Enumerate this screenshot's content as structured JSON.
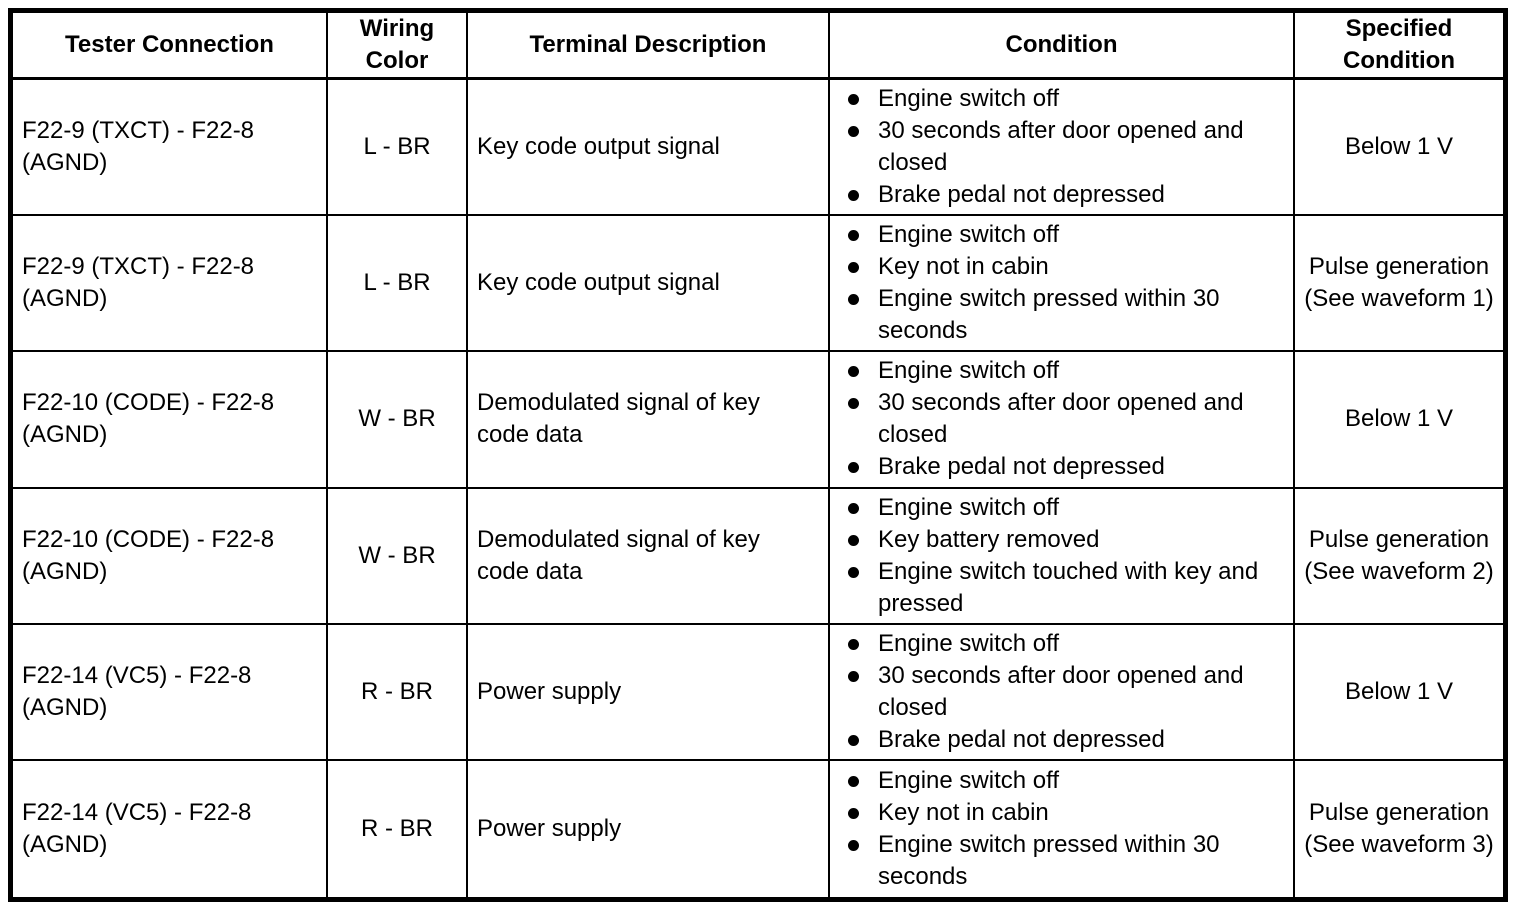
{
  "colors": {
    "background": "#ffffff",
    "border": "#000000",
    "text": "#000000"
  },
  "table": {
    "columns": [
      "Tester Connection",
      "Wiring Color",
      "Terminal Description",
      "Condition",
      "Specified Condition"
    ],
    "rows": [
      {
        "tester_connection": "F22-9 (TXCT) - F22-8 (AGND)",
        "wiring_color": "L - BR",
        "terminal_description": "Key code output signal",
        "conditions": [
          "Engine switch off",
          "30 seconds after door opened and closed",
          "Brake pedal not depressed"
        ],
        "specified_condition": "Below 1 V"
      },
      {
        "tester_connection": "F22-9 (TXCT) - F22-8 (AGND)",
        "wiring_color": "L - BR",
        "terminal_description": "Key code output signal",
        "conditions": [
          "Engine switch off",
          "Key not in cabin",
          "Engine switch pressed within 30 seconds"
        ],
        "specified_condition": "Pulse generation (See waveform 1)"
      },
      {
        "tester_connection": "F22-10 (CODE) - F22-8 (AGND)",
        "wiring_color": "W - BR",
        "terminal_description": "Demodulated signal of key code data",
        "conditions": [
          "Engine switch off",
          "30 seconds after door opened and closed",
          "Brake pedal not depressed"
        ],
        "specified_condition": "Below 1 V"
      },
      {
        "tester_connection": "F22-10 (CODE) - F22-8 (AGND)",
        "wiring_color": "W - BR",
        "terminal_description": "Demodulated signal of key code data",
        "conditions": [
          "Engine switch off",
          "Key battery removed",
          "Engine switch touched with key and pressed"
        ],
        "specified_condition": "Pulse generation (See waveform 2)"
      },
      {
        "tester_connection": "F22-14 (VC5) - F22-8 (AGND)",
        "wiring_color": "R - BR",
        "terminal_description": "Power supply",
        "conditions": [
          "Engine switch off",
          "30 seconds after door opened and closed",
          "Brake pedal not depressed"
        ],
        "specified_condition": "Below 1 V"
      },
      {
        "tester_connection": "F22-14 (VC5) - F22-8 (AGND)",
        "wiring_color": "R - BR",
        "terminal_description": "Power supply",
        "conditions": [
          "Engine switch off",
          "Key not in cabin",
          "Engine switch pressed within 30 seconds"
        ],
        "specified_condition": "Pulse generation (See waveform 3)"
      }
    ]
  }
}
